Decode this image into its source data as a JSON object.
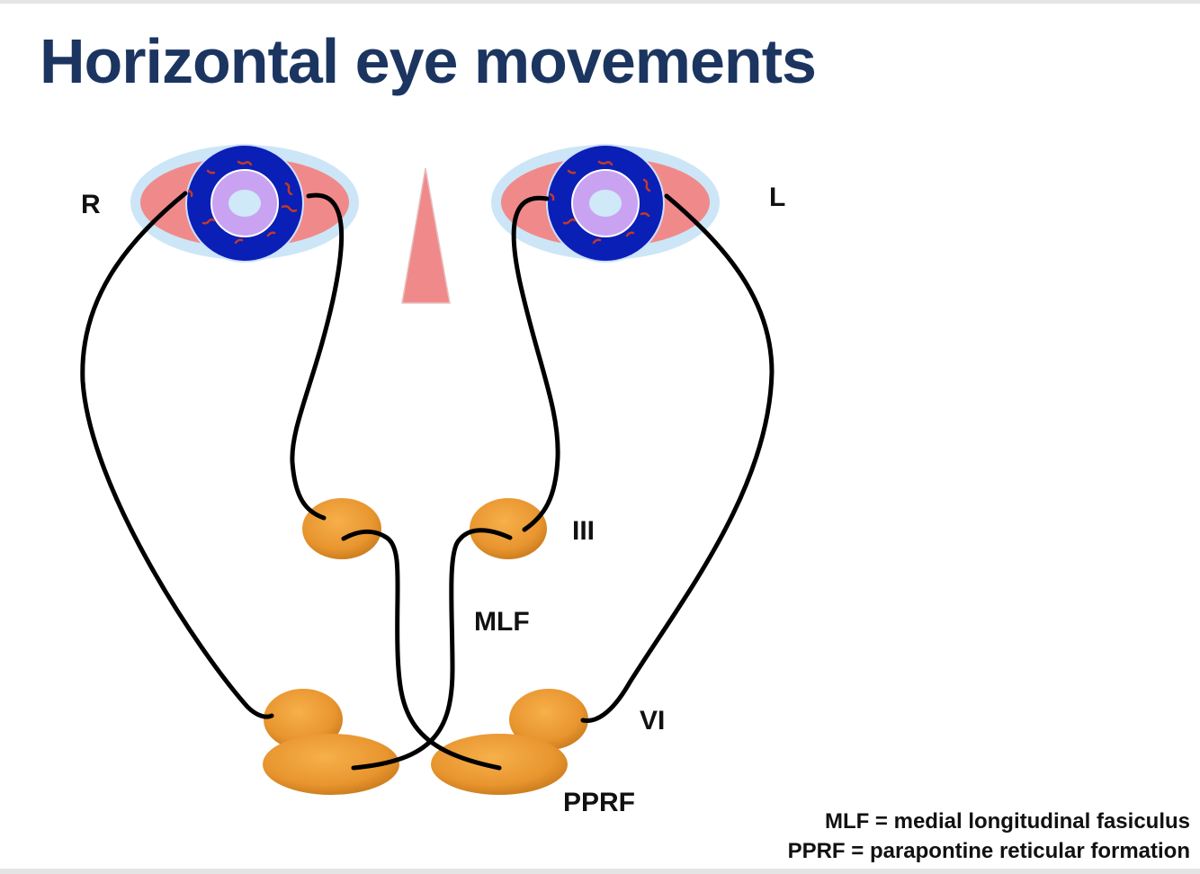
{
  "title": "Horizontal eye movements",
  "labels": {
    "right_eye": "R",
    "left_eye": "L",
    "nucleus_iii": "III",
    "tract_mlf": "MLF",
    "nucleus_vi": "VI",
    "center_pprf": "PPRF"
  },
  "legend": {
    "mlf": "MLF = medial longitudinal fasiculus",
    "pprf": "PPRF = parapontine reticular formation"
  },
  "colors": {
    "title": "#1b3560",
    "eye_outer": "#cce6f7",
    "eye_white": "#f08a8a",
    "iris": "#0a1fb5",
    "pupil_ring": "#c9a3f2",
    "pupil": "#cfe9f8",
    "nose": "#f08a8a",
    "nucleus": "#e8952f",
    "nerve": "#000000"
  }
}
